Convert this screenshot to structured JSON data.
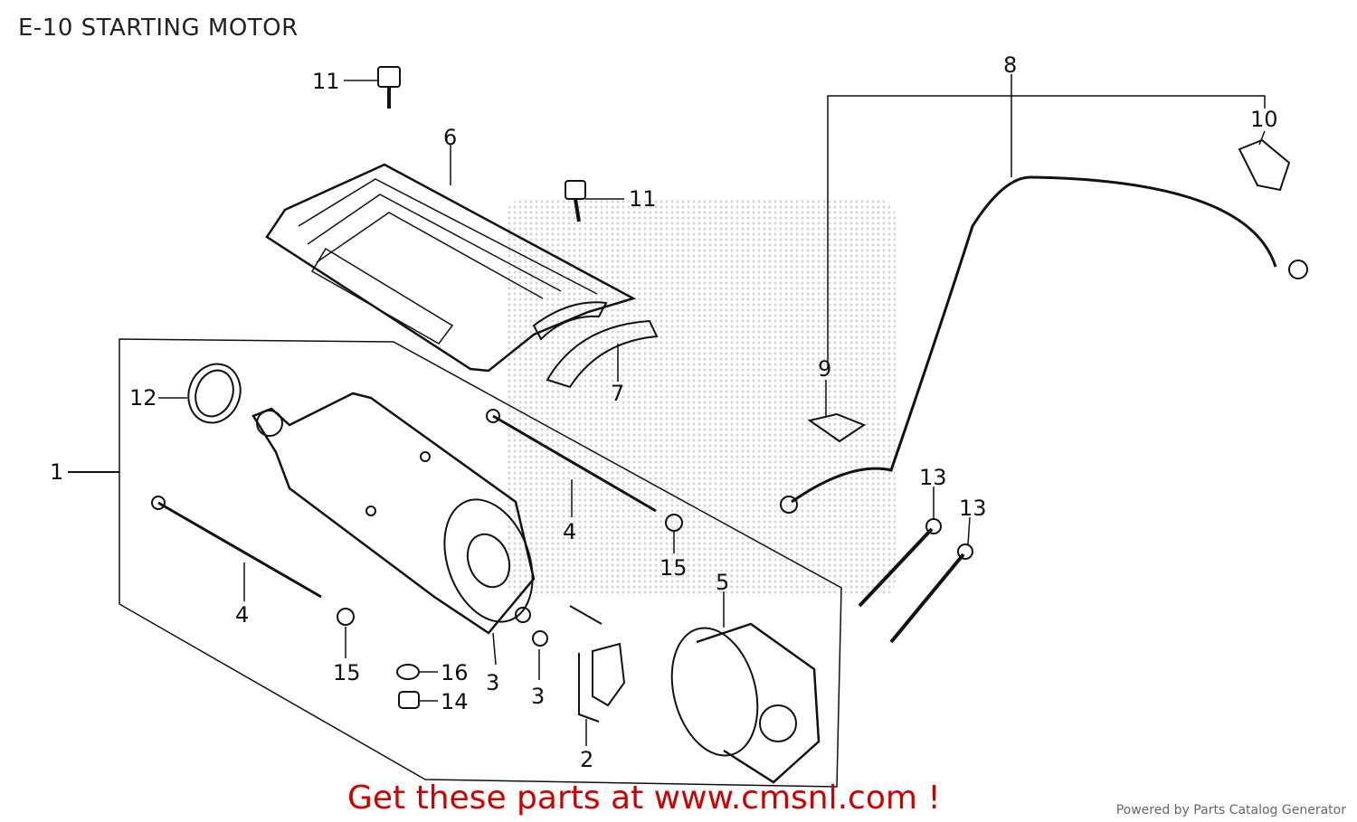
{
  "title": "E-10 STARTING MOTOR",
  "callouts": {
    "c1": "1",
    "c2": "2",
    "c3a": "3",
    "c3b": "3",
    "c4a": "4",
    "c4b": "4",
    "c5": "5",
    "c6": "6",
    "c7": "7",
    "c8": "8",
    "c9": "9",
    "c10": "10",
    "c11a": "11",
    "c11b": "11",
    "c12": "12",
    "c13a": "13",
    "c13b": "13",
    "c14": "14",
    "c15a": "15",
    "c15b": "15",
    "c16": "16"
  },
  "footer": {
    "promo": "Get these parts at www.cmsnl.com !",
    "powered": "Powered by Parts Catalog Generator"
  },
  "colors": {
    "promo": "#cc0000",
    "lines": "#111111"
  }
}
